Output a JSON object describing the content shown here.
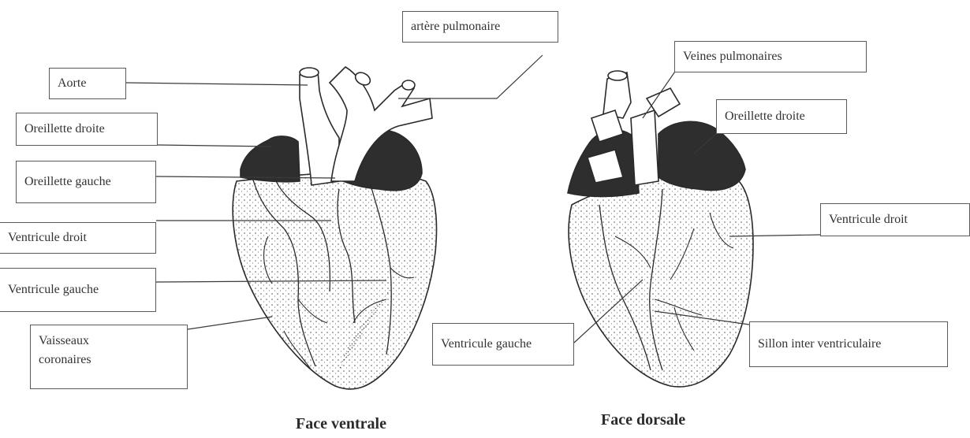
{
  "ventral": {
    "caption": "Face ventrale",
    "labels": {
      "aorte": "Aorte",
      "artere_pulmonaire": "artère pulmonaire",
      "oreillette_droite": "Oreillette droite",
      "oreillette_gauche": "Oreillette gauche",
      "ventricule_droit": "Ventricule droit",
      "ventricule_gauche": "Ventricule gauche",
      "vaisseaux_coronaires": "Vaisseaux coronaires"
    }
  },
  "dorsal": {
    "caption": "Face dorsale",
    "labels": {
      "veines_pulmonaires": "Veines pulmonaires",
      "oreillette_droite": "Oreillette droite",
      "ventricule_droit": "Ventricule droit",
      "ventricule_gauche": "Ventricule gauche",
      "sillon_inter_ventriculaire": "Sillon inter ventriculaire"
    }
  },
  "colors": {
    "ink": "#2a2a2a",
    "atrium_fill": "#2e2e2e",
    "paper": "#ffffff"
  }
}
